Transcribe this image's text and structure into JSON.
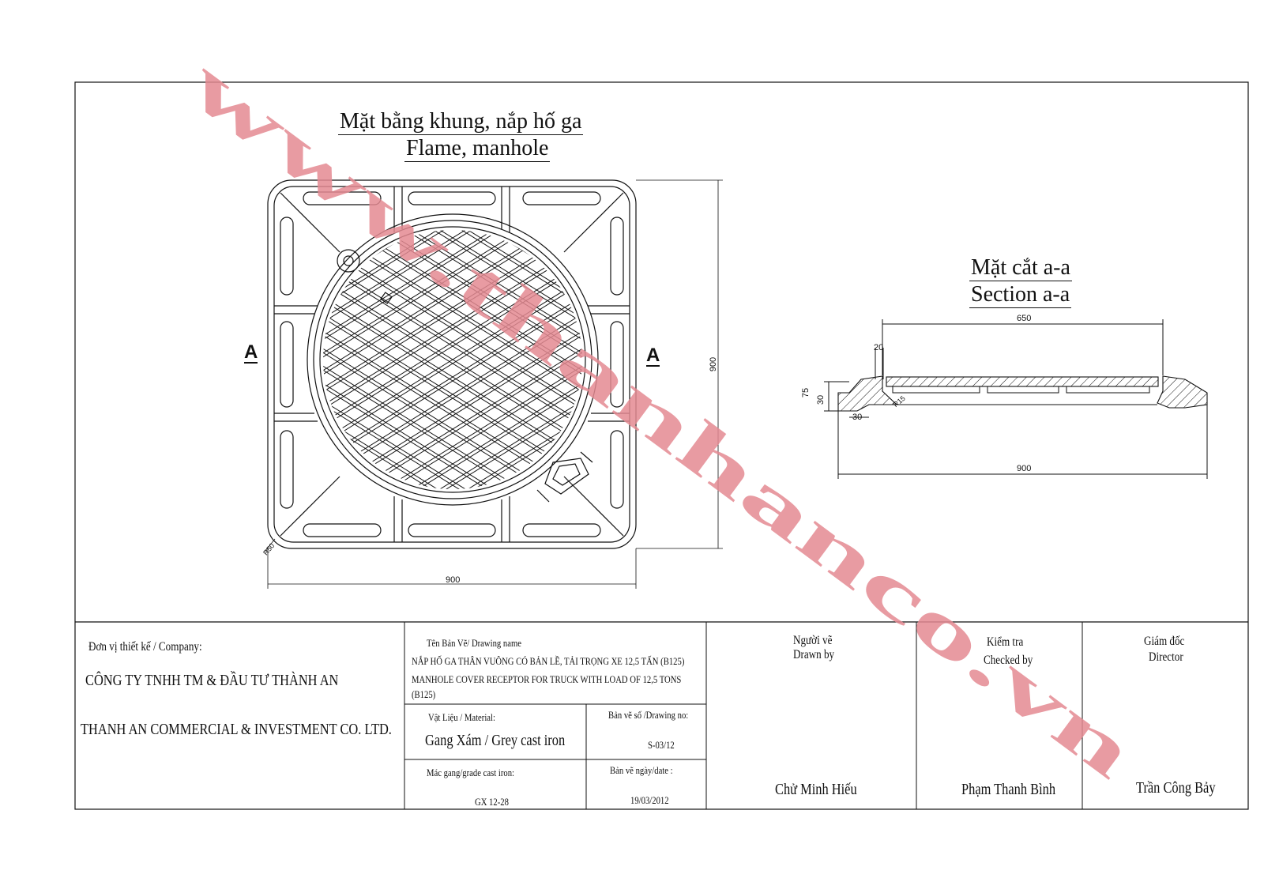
{
  "plan_view": {
    "title_vi": "Mặt bằng khung, nắp hố ga",
    "title_en": "Flame, manhole",
    "section_marker_left": "A",
    "section_marker_right": "A",
    "dim_width": "900",
    "dim_height": "900",
    "dim_radius": "R50"
  },
  "section_view": {
    "title_vi": "Mặt cắt a-a",
    "title_en": "Section a-a",
    "dim_top": "650",
    "dim_bottom": "900",
    "dim_20": "20",
    "dim_75": "75",
    "dim_30_v": "30",
    "dim_30_h": "30",
    "dim_r15": "R15"
  },
  "title_block": {
    "company_label": "Đơn vị thiết kế / Company:",
    "company_name_vi": "CÔNG TY TNHH TM & ĐẦU TƯ THÀNH AN",
    "company_name_en": "THANH AN COMMERCIAL & INVESTMENT CO. LTD.",
    "drawing_name_label": "Tên Bản Vẽ/ Drawing name",
    "drawing_name_vi": "NẮP HỐ GA THÂN VUÔNG CÓ BẢN LỀ, TẢI TRỌNG XE 12,5 TẤN (B125)",
    "drawing_name_en_1": "MANHOLE COVER RECEPTOR FOR TRUCK WITH LOAD OF 12,5 TONS",
    "drawing_name_en_2": "(B125)",
    "material_label": "Vật Liệu / Material:",
    "material_value": "Gang Xám / Grey cast iron",
    "drawing_no_label": "Bản vẽ số /Drawing no:",
    "drawing_no_value": "S-03/12",
    "grade_label": "Mác gang/grade cast iron:",
    "grade_value": "GX 12-28",
    "date_label": "Bản vẽ ngày/date :",
    "date_value": "19/03/2012",
    "drawn_label_vi": "Người vẽ",
    "drawn_label_en": "Drawn by",
    "drawn_name": "Chử Minh Hiếu",
    "checked_label_vi": "Kiểm tra",
    "checked_label_en": "Checked by",
    "checked_name": "Phạm Thanh Bình",
    "director_label_vi": "Giám đốc",
    "director_label_en": "Director",
    "director_name": "Trần Công Bảy"
  },
  "watermark": {
    "text": "www.thanhanco.vn",
    "color": "#e48a92"
  },
  "colors": {
    "line": "#111111",
    "background": "#ffffff"
  }
}
